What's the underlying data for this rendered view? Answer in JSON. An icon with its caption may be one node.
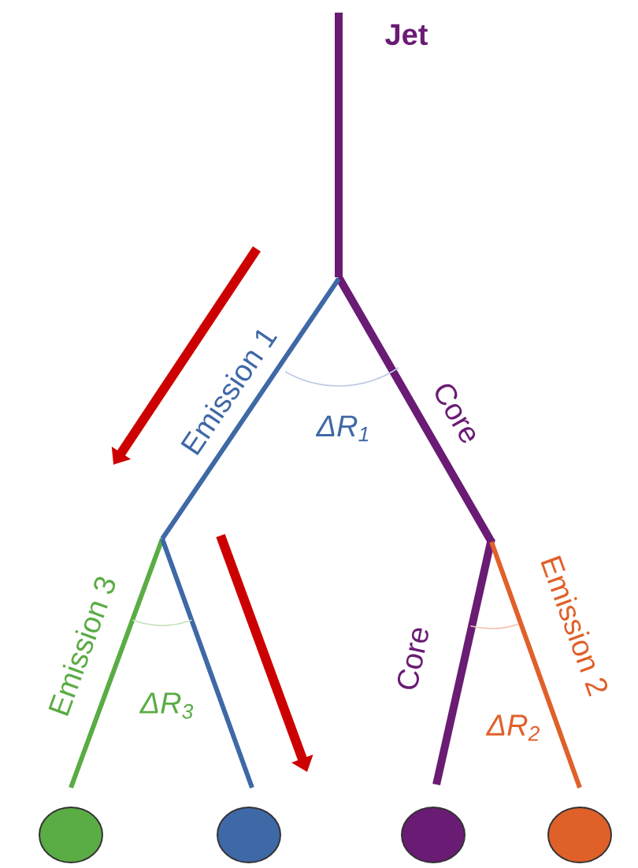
{
  "diagram": {
    "nodes": [
      {
        "text": [],
        "shape": "circle"
      },
      {
        "text": [],
        "shape": "circle"
      },
      {
        "text": [],
        "shape": "circle"
      },
      {
        "text": [],
        "shape": "circle"
      }
    ],
    "labels": [
      "Jet",
      "Emission 1",
      "Core",
      "ΔR$_{1}$",
      "Emission 3",
      "ΔR$_{3}$",
      "Core",
      "Emission 2",
      "ΔR$_{2}$"
    ]
  }
}
